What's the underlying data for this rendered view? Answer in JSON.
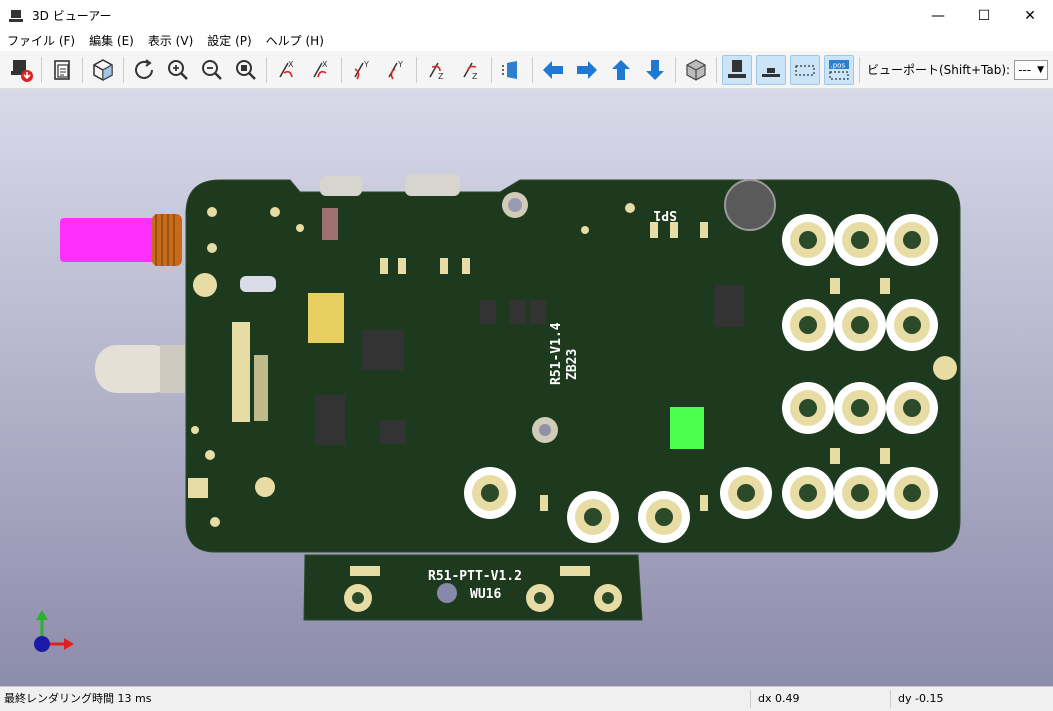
{
  "window": {
    "title": "3D ビューアー",
    "min": "—",
    "max": "☐",
    "close": "✕"
  },
  "menu": [
    {
      "label": "ファイル (F)"
    },
    {
      "label": "編集 (E)"
    },
    {
      "label": "表示 (V)"
    },
    {
      "label": "設定 (P)"
    },
    {
      "label": "ヘルプ (H)"
    }
  ],
  "toolbar": {
    "viewport_label": "ビューポート(Shift+Tab):",
    "viewport_value": "---",
    "pos_badge": ".pos",
    "rot_x_label": "X",
    "rot_y_label": "Y",
    "rot_z_label": "Z"
  },
  "pcb": {
    "main_label_1": "R51-V1.4",
    "main_label_2": "ZB23",
    "spk_label": "SP1",
    "ptt_label_1": "R51-PTT-V1.2",
    "ptt_label_2": "WU16",
    "colors": {
      "board": "#1e3a1e",
      "board_dark": "#142914",
      "pad": "#e6dca4",
      "highlight": "#4cff4c",
      "magenta": "#ff2fff"
    }
  },
  "status": {
    "render_time": "最終レンダリング時間 13 ms",
    "dx": "dx 0.49",
    "dy": "dy -0.15"
  }
}
